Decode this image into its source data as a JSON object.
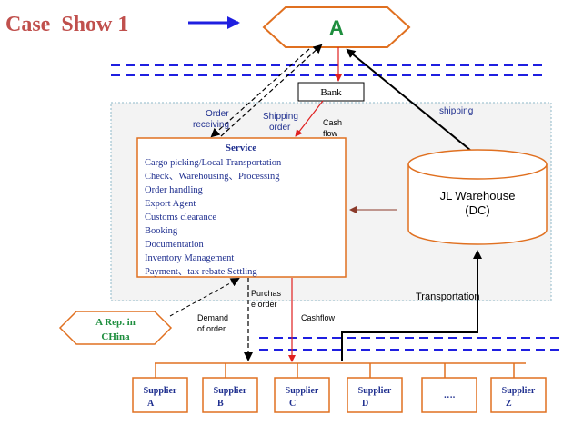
{
  "title": "Case  Show 1",
  "nodes": {
    "a": "A",
    "bank": "Bank",
    "warehouse_line1": "JL Warehouse",
    "warehouse_line2": "(DC)",
    "rep_line1": "A Rep. in",
    "rep_line2": "CHina"
  },
  "service": {
    "title": "Service",
    "items": [
      "Cargo picking/Local Transportation",
      "Check、Warehousing、Processing",
      "Order handling",
      "Export Agent",
      "Customs clearance",
      "Booking",
      "Documentation",
      "Inventory Management",
      "Payment、tax rebate Settling"
    ]
  },
  "labels": {
    "order_receiving_1": "Order",
    "order_receiving_2": "receiving",
    "shipping_order_1": "Shipping",
    "shipping_order_2": "order",
    "cash_flow_1": "Cash",
    "cash_flow_2": "flow",
    "shipping": "shipping",
    "transportation": "Transportation",
    "purchase_order_1": "Purchas",
    "purchase_order_2": "e order",
    "demand_order_1": "Demand",
    "demand_order_2": "of order",
    "cashflow_bottom": "Cashflow"
  },
  "suppliers": [
    {
      "line1": "Supplier",
      "line2": "A"
    },
    {
      "line1": "Supplier",
      "line2": "B"
    },
    {
      "line1": "Supplier",
      "line2": "C"
    },
    {
      "line1": "Supplier",
      "line2": "D"
    },
    {
      "line1": "….",
      "line2": ""
    },
    {
      "line1": "Supplier",
      "line2": "Z"
    }
  ],
  "colors": {
    "title": "#C0504D",
    "blue_arrow": "#1F1FE0",
    "orange": "#E07020",
    "green_text": "#1E8E3E",
    "navy_text": "#1F2F8F",
    "red_line": "#E02020",
    "dashed_blue": "#1F1FE0",
    "dashed_box": "#8FB8C8"
  }
}
